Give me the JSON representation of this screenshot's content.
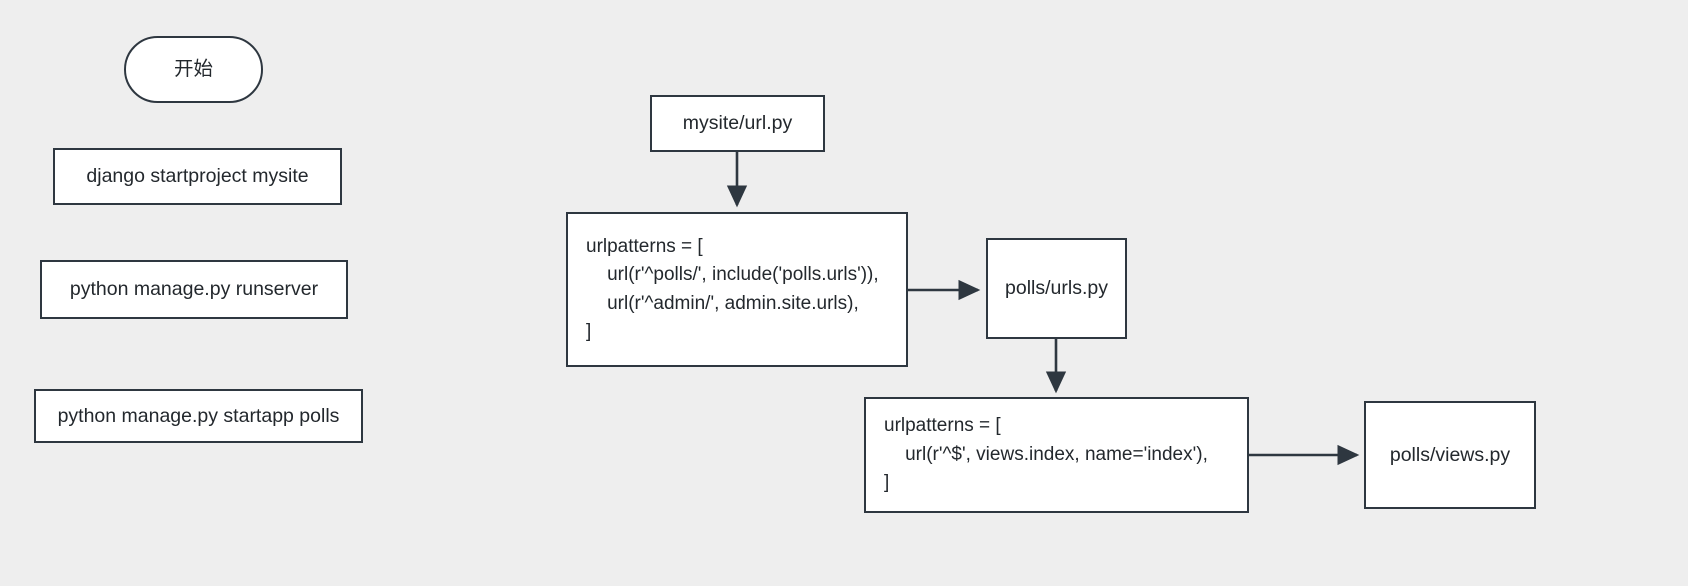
{
  "diagram": {
    "title": "Django project flow diagram",
    "background_color": "#eeeeee",
    "node_fill": "#ffffff",
    "node_stroke": "#2e3740",
    "text_color": "#23282d",
    "edge_color": "#2e3740"
  },
  "nodes": {
    "start": {
      "label": "开始",
      "shape": "rounded-rectangle"
    },
    "cmd_startproject": {
      "label": "django startproject mysite",
      "shape": "rectangle"
    },
    "cmd_runserver": {
      "label": "python manage.py runserver",
      "shape": "rectangle"
    },
    "cmd_startapp": {
      "label": "python manage.py startapp polls",
      "shape": "rectangle"
    },
    "mysite_url": {
      "label": "mysite/url.py",
      "shape": "rectangle"
    },
    "mysite_urlpatterns": {
      "label": "urlpatterns = [\n    url(r'^polls/', include('polls.urls')),\n    url(r'^admin/', admin.site.urls),\n]",
      "shape": "rectangle"
    },
    "polls_urls": {
      "label": "polls/urls.py",
      "shape": "rectangle"
    },
    "polls_urlpatterns": {
      "label": "urlpatterns = [\n    url(r'^$', views.index, name='index'),\n]",
      "shape": "rectangle"
    },
    "polls_views": {
      "label": "polls/views.py",
      "shape": "rectangle"
    }
  },
  "edges": [
    {
      "name": "mysite-url-to-urlpatterns",
      "from": "mysite_url",
      "to": "mysite_urlpatterns",
      "direction": "down"
    },
    {
      "name": "mysite-urlpatterns-to-polls-urls",
      "from": "mysite_urlpatterns",
      "to": "polls_urls",
      "direction": "right"
    },
    {
      "name": "polls-urls-to-polls-urlpatterns",
      "from": "polls_urls",
      "to": "polls_urlpatterns",
      "direction": "down"
    },
    {
      "name": "polls-urlpatterns-to-polls-views",
      "from": "polls_urlpatterns",
      "to": "polls_views",
      "direction": "right"
    }
  ]
}
